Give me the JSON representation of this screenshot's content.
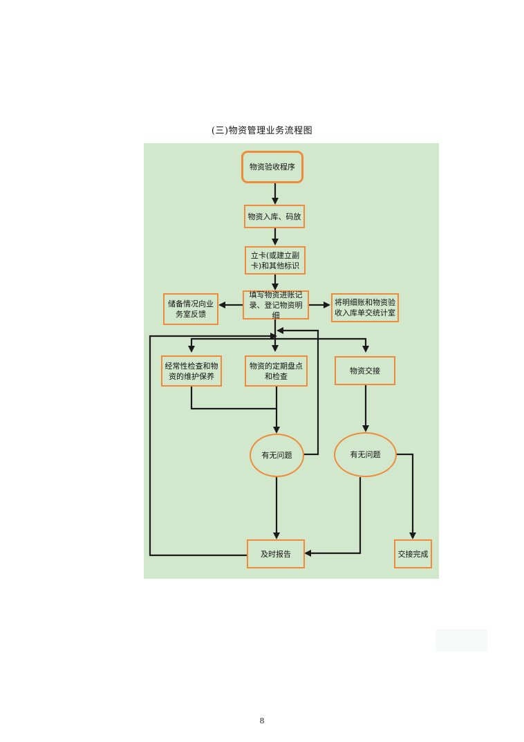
{
  "doc": {
    "title": "(三)物资管理业务流程图",
    "page_number": "8"
  },
  "flow": {
    "receive": "物资验收程序",
    "storage": "物资入库、码放",
    "card": "立卡(或建立副卡)和其他标识",
    "ledger": "填写物资进账记录、登记物资明细",
    "feedback": "储备情况向业务室反馈",
    "transfer_detail": "将明细账和物资验收入库单交统计室",
    "routine_check": "经常性检查和物资的维护保养",
    "periodic_check": "物资的定期盘点和检查",
    "handover": "物资交接",
    "issue_check_1": "有无问题",
    "issue_check_2": "有无问题",
    "report": "及时报告",
    "handover_done": "交接完成"
  },
  "colors": {
    "panel": "#d2e8cc",
    "node_border": "#ef8a3a",
    "arrow": "#1a1a1a"
  }
}
